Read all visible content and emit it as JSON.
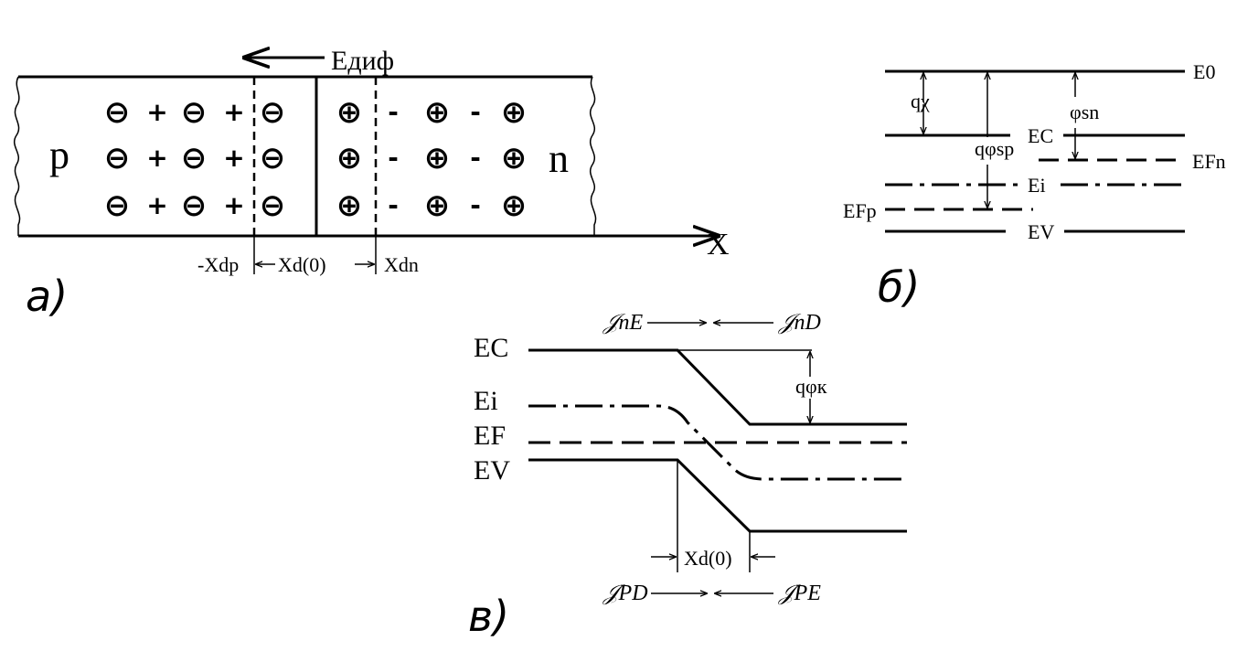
{
  "panel_a": {
    "label": "а)",
    "field_label": "Eдиф",
    "p_label": "p",
    "n_label": "n",
    "axis_label": "X",
    "minus_xdp": "-Xdp",
    "xd0": "Xd(0)",
    "xdn": "Xdn",
    "p_row": [
      "⊖",
      "+",
      "⊖",
      "+",
      "⊖"
    ],
    "n_row": [
      "⊕",
      "-",
      "⊕",
      "-",
      "⊕"
    ]
  },
  "panel_b": {
    "label": "б)",
    "e0": "E0",
    "ec": "EC",
    "efn": "EFn",
    "ei": "Ei",
    "efp": "EFp",
    "ev": "EV",
    "q_chi": "qχ",
    "q_phi_sp": "qφsp",
    "phi_sn": "φsn"
  },
  "panel_c": {
    "label": "в)",
    "ec": "EC",
    "ei": "Ei",
    "ef": "EF",
    "ev": "EV",
    "j_ne": "𝒥nE",
    "j_nd": "𝒥nD",
    "j_pd": "𝒥PD",
    "j_pe": "𝒥PE",
    "q_phi_k": "qφк",
    "xd0": "Xd(0)"
  }
}
